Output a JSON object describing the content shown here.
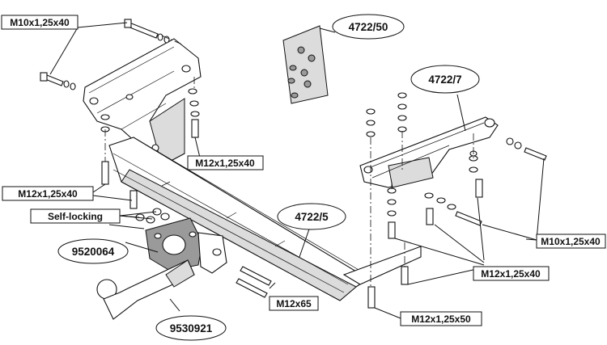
{
  "callouts": {
    "bolt_m10_top": "M10x1,25x40",
    "bolt_m12_left_bracket": "M12x1,25x40",
    "bolt_m12_left_lower": "M12x1,25x40",
    "self_locking": "Self-locking",
    "bolt_m10_right": "M10x1,25x40",
    "bolt_m12_right": "M12x1,25x40",
    "bolt_m12x65": "M12x65",
    "bolt_m12x50": "M12x1,25x50"
  },
  "parts": {
    "bolt_kit": "4722/50",
    "right_bracket": "4722/7",
    "crossbar": "4722/5",
    "socket_plate": "9520064",
    "tow_ball": "9530921"
  }
}
